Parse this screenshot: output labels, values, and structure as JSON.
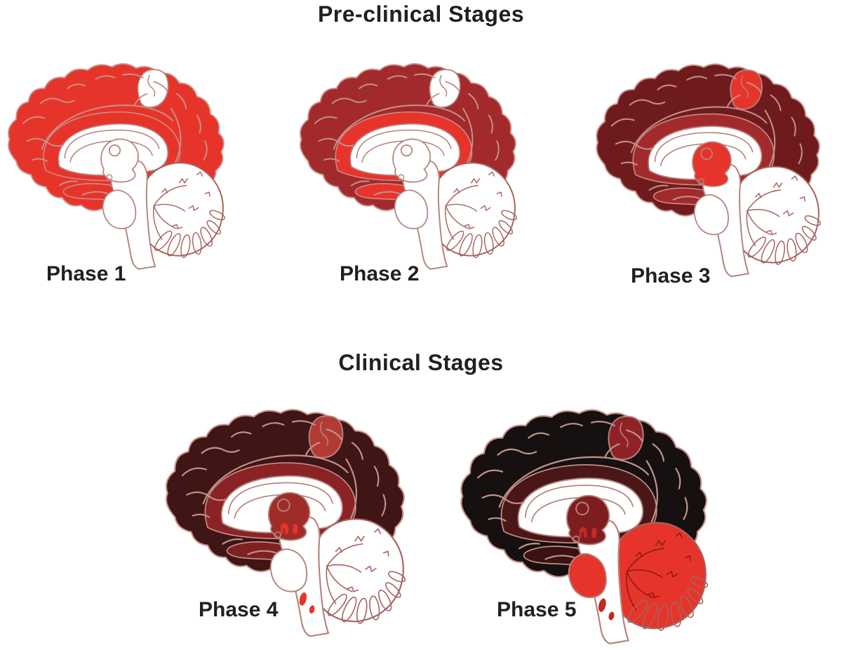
{
  "titles": {
    "preclinical": "Pre-clinical Stages",
    "clinical": "Clinical Stages"
  },
  "colors": {
    "bright_red": "#E7342B",
    "outline": "#B5827C",
    "sulcus_line": "#C4938C",
    "cerebellum_line": "#A5635D",
    "label_text": "#231F20",
    "background": "#FFFFFF"
  },
  "phases": [
    {
      "label": "Phase 1",
      "group": "pre-clinical",
      "regions": {
        "cortex": "#E7342B",
        "paracentral": "#FFFFFF",
        "cingulate": "#E7342B",
        "thalamus": "#FFFFFF",
        "hippocampus": "#E7342B",
        "pons": "#FFFFFF",
        "cerebellum": "#FFFFFF",
        "spots": "none",
        "cerebellum_lines": "#A5635D"
      }
    },
    {
      "label": "Phase 2",
      "group": "pre-clinical",
      "regions": {
        "cortex": "#A32A2C",
        "paracentral": "#FFFFFF",
        "cingulate": "#E7342B",
        "thalamus": "#FFFFFF",
        "hippocampus": "#E7342B",
        "pons": "#FFFFFF",
        "cerebellum": "#FFFFFF",
        "spots": "none",
        "cerebellum_lines": "#A5635D"
      }
    },
    {
      "label": "Phase 3",
      "group": "pre-clinical",
      "regions": {
        "cortex": "#6F1B1E",
        "paracentral": "#E7342B",
        "cingulate": "#A32A2C",
        "thalamus": "#E7342B",
        "hippocampus": "#A32A2C",
        "pons": "#FFFFFF",
        "cerebellum": "#FFFFFF",
        "spots": "none",
        "cerebellum_lines": "#A5635D"
      }
    },
    {
      "label": "Phase 4",
      "group": "clinical",
      "regions": {
        "cortex": "#3F1516",
        "paracentral": "#B23B33",
        "cingulate": "#8A2325",
        "thalamus": "#A02C29",
        "hippocampus": "#7E2123",
        "pons": "#FFFFFF",
        "cerebellum": "#FFFFFF",
        "spots": "#E7342B",
        "cerebellum_lines": "#A5635D"
      }
    },
    {
      "label": "Phase 5",
      "group": "clinical",
      "regions": {
        "cortex": "#161010",
        "paracentral": "#8E2226",
        "cingulate": "#4A1718",
        "thalamus": "#7E1D20",
        "hippocampus": "#3A1213",
        "pons": "#E7342B",
        "cerebellum": "#E7342B",
        "spots": "#C22A23",
        "cerebellum_lines": "#8E1B18"
      }
    }
  ]
}
